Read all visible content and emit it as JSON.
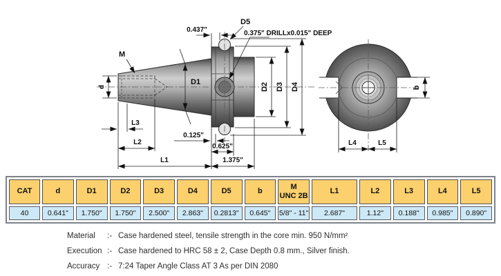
{
  "drawing": {
    "side_view": {
      "labels": {
        "m": "M",
        "d": "d",
        "d1": "D1",
        "d5": "D5",
        "d2": "D2",
        "d3": "D3",
        "d4": "D4",
        "l1": "L1",
        "l2": "L2",
        "l3": "L3",
        "dim_437": "0.437\"",
        "drill_note": "0.375\" DRILLx0.015\" DEEP",
        "dim_125": "0.125\"",
        "dim_625": "0.625\"",
        "dim_1375": "1.375\""
      }
    },
    "end_view": {
      "labels": {
        "b": "b",
        "l4": "L4",
        "l5": "L5"
      }
    }
  },
  "table": {
    "headers": [
      "CAT",
      "d",
      "D1",
      "D2",
      "D3",
      "D4",
      "D5",
      "b",
      "M",
      "L1",
      "L2",
      "L3",
      "L4",
      "L5"
    ],
    "header_m_line2": "UNC 2B",
    "values": [
      "40",
      "0.641\"",
      "1.750\"",
      "1.750\"",
      "2.500\"",
      "2.863\"",
      "0.2813\"",
      "0.645\"",
      "5/8\" - 11\"",
      "2.687\"",
      "1.12\"",
      "0.188\"",
      "0.985\"",
      "0.890\""
    ]
  },
  "notes": [
    {
      "label": "Material",
      "sep": ":-",
      "text": "Case hardened steel, tensile strength in the core min. 950 N/mm²"
    },
    {
      "label": "Execution",
      "sep": ":-",
      "text": "Case hardened to HRC 58 ± 2, Case Depth 0.8 mm., Silver finish."
    },
    {
      "label": "Accuracy",
      "sep": ":-",
      "text": "7:24 Taper Angle Class AT 3 As per DIN 2080"
    }
  ],
  "colors": {
    "table_header_bg": "#fbd06d",
    "table_row_bg": "#cde8f6",
    "cell_border": "#4c4f55",
    "frame_border": "#7d828a",
    "metal_gray": "#8a8a8a",
    "line": "#2b2b2b"
  }
}
